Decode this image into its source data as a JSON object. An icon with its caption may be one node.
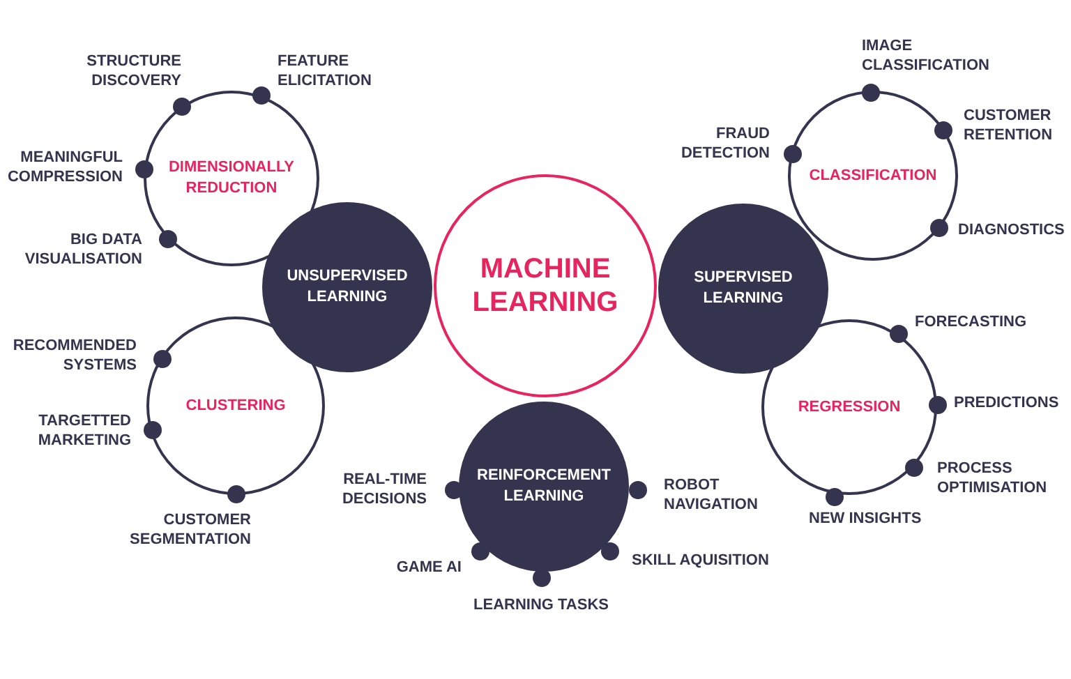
{
  "diagram": {
    "nodes": [
      {
        "text": [
          "MACHINE LEARNING"
        ]
      },
      {
        "text": [
          "UNSUPERVISED LEARNING"
        ]
      },
      {
        "text": [
          "DIMENSIONALLY REDUCTION"
        ],
        "beside": [
          "STRUCTURE DISCOVERY",
          "FEATURE ELICITATION",
          "MEANINGFUL COMPRESSION",
          "BIG DATA VISUALISATION"
        ]
      },
      {
        "text": [
          "CLUSTERING"
        ],
        "beside": [
          "RECOMMENDED SYSTEMS",
          "TARGETTED MARKETING",
          "CUSTOMER SEGMENTATION"
        ]
      },
      {
        "text": [
          "SUPERVISED LEARNING"
        ]
      },
      {
        "text": [
          "CLASSIFICATION"
        ],
        "beside": [
          "IMAGE CLASSIFICATION",
          "CUSTOMER RETENTION",
          "DIAGNOSTICS"
        ]
      },
      {
        "text": [
          "REGRESSION"
        ],
        "beside": [
          "FORECASTING",
          "PREDICTIONS",
          "PROCESS OPTIMISATION",
          "NEW INSIGHTS"
        ]
      },
      {
        "text": [
          "REINFORCEMENT LEARNING"
        ],
        "beside": [
          "GAME AI",
          "SKILL AQUISITION",
          "LEARNING TASKS"
        ]
      }
    ],
    "labels": [
      "FRAUD DETECTION",
      "REAL-TIME DECISIONS",
      "ROBOT NAVIGATION"
    ]
  }
}
